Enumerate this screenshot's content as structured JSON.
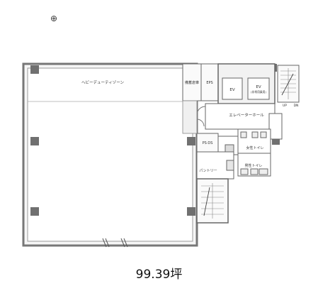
{
  "floor_plan": {
    "north_symbol": "⊕",
    "area": "99.39坪",
    "labels": {
      "heavy_duty_zone": "ヘビーデューティゾーン",
      "storage": "備蓄倉庫",
      "eps": "EPS",
      "ev": "EV",
      "ev_emergency": "EV",
      "ev_emergency_note": "(非常用乗用)",
      "elevator_hall": "エレベーターホール",
      "ps_ds": "PS·DS",
      "womens_toilet": "女性トイレ",
      "mens_toilet": "男性トイレ",
      "pantry": "パントリー",
      "up": "UP",
      "dn": "DN"
    },
    "colors": {
      "wall": "#7a7a7a",
      "column": "#6e6e6e",
      "fill": "#f4f4f4",
      "line": "#555555"
    }
  }
}
